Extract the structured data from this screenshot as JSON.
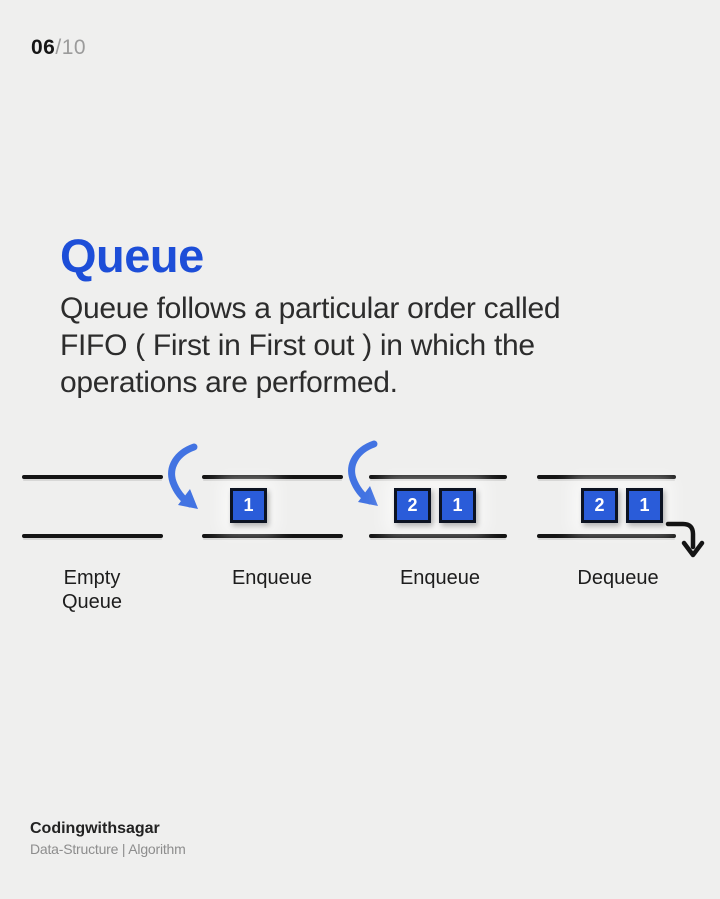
{
  "page_indicator": {
    "current": "06",
    "separator_total": "/10"
  },
  "header": {
    "title": "Queue",
    "description": "Queue follows a particular order called FIFO ( First in First out ) in which the operations are performed.",
    "description_lines": [
      "Queue follows a particular order called",
      "FIFO ( First in First out ) in which the",
      "operations are performed."
    ]
  },
  "diagram": {
    "stages": [
      {
        "label": "Empty Queue",
        "items": []
      },
      {
        "label": "Enqueue",
        "items": [
          "1"
        ]
      },
      {
        "label": "Enqueue",
        "items": [
          "2",
          "1"
        ]
      },
      {
        "label": "Dequeue",
        "items": [
          "2",
          "1"
        ]
      }
    ],
    "icons": {
      "enqueue_arrow": "curved-blue-arrow-down-right",
      "dequeue_arrow": "curved-black-arrow-right-then-down"
    }
  },
  "footer": {
    "brand": "Codingwithsagar",
    "tagline": "Data-Structure | Algorithm"
  },
  "colors": {
    "background": "#efefee",
    "title_blue": "#1d4ed8",
    "box_blue": "#2a5cd9",
    "box_border": "#0c1322",
    "arrow_blue": "#4273e2",
    "line_black": "#141414"
  }
}
